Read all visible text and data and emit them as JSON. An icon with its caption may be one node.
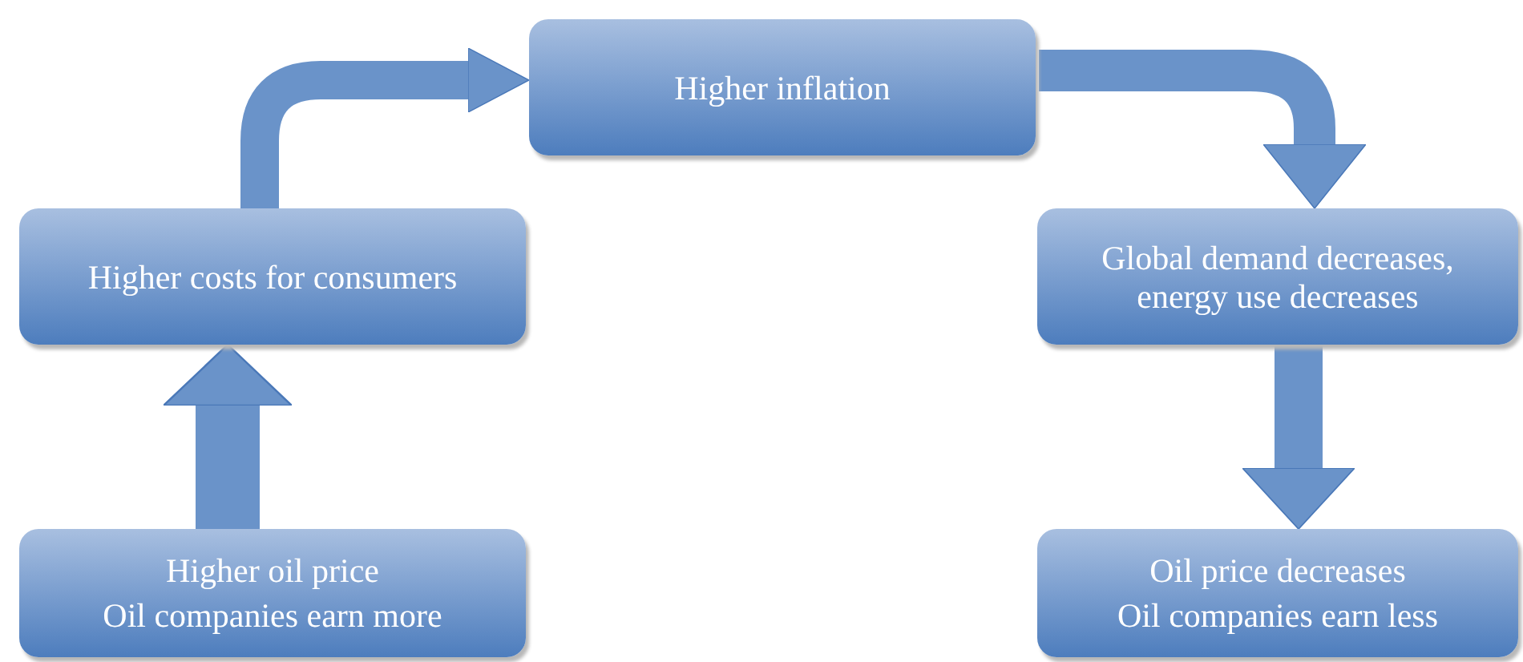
{
  "diagram": {
    "nodes": [
      {
        "text": [
          "Higher oil price",
          "Oil companies earn more"
        ]
      },
      {
        "text": [
          "Higher costs for consumers"
        ]
      },
      {
        "text": [
          "Higher inflation"
        ]
      },
      {
        "text": [
          "Global demand decreases, energy use decreases"
        ]
      },
      {
        "text": [
          "Oil price decreases",
          "Oil companies earn less"
        ]
      }
    ],
    "edges": [
      {
        "from": 0,
        "to": 1,
        "arrow": "to"
      },
      {
        "from": 1,
        "to": 2,
        "arrow": "to"
      },
      {
        "from": 2,
        "to": 3,
        "arrow": "to"
      },
      {
        "from": 3,
        "to": 4,
        "arrow": "to"
      }
    ]
  }
}
